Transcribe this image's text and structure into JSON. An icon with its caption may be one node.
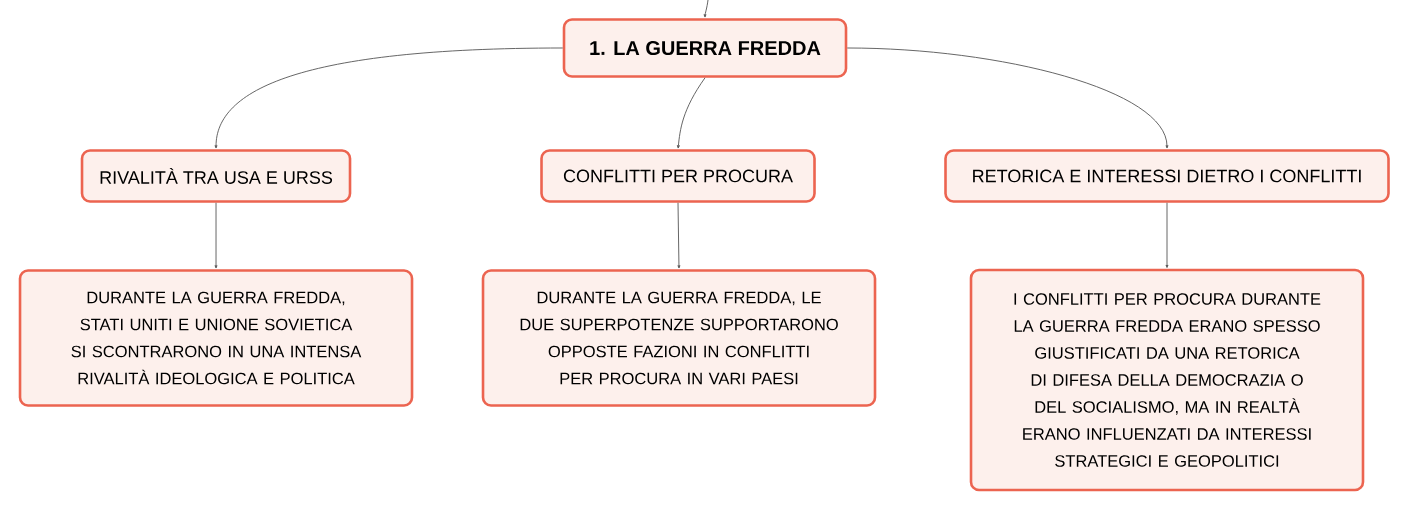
{
  "diagram": {
    "nodes": [
      {
        "text": [
          "1. LA GUERRA FREDDA"
        ]
      },
      {
        "text": [
          "RIVALITÀ TRA USA E URSS"
        ]
      },
      {
        "text": [
          "CONFLITTI PER PROCURA"
        ]
      },
      {
        "text": [
          "RETORICA E INTERESSI DIETRO I CONFLITTI"
        ]
      },
      {
        "text": [
          "DURANTE LA GUERRA FREDDA, STATI UNITI E UNIONE SOVIETICA SI SCONTRARONO IN UNA INTENSA RIVALITÀ IDEOLOGICA E POLITICA"
        ]
      },
      {
        "text": [
          "DURANTE LA GUERRA FREDDA, LE DUE SUPERPOTENZE SUPPORTARONO OPPOSTE FAZIONI IN CONFLITTI PER PROCURA IN VARI PAESI"
        ]
      },
      {
        "text": [
          "I CONFLITTI PER PROCURA DURANTE LA GUERRA FREDDA ERANO SPESSO GIUSTIFICATI DA UNA RETORICA DI DIFESA DELLA DEMOCRAZIA O DEL SOCIALISMO, MA IN REALTÀ ERANO INFLUENZATI DA INTERESSI STRATEGICI E GEOPOLITICI"
        ]
      }
    ],
    "edges": [
      {
        "from": null,
        "to": 0,
        "arrow": "to"
      },
      {
        "from": 0,
        "to": 1,
        "arrow": "to"
      },
      {
        "from": 0,
        "to": 2,
        "arrow": "to"
      },
      {
        "from": 0,
        "to": 3,
        "arrow": "to"
      },
      {
        "from": 1,
        "to": 4,
        "arrow": "to"
      },
      {
        "from": 2,
        "to": 5,
        "arrow": "to"
      },
      {
        "from": 3,
        "to": 6,
        "arrow": "to"
      }
    ]
  }
}
